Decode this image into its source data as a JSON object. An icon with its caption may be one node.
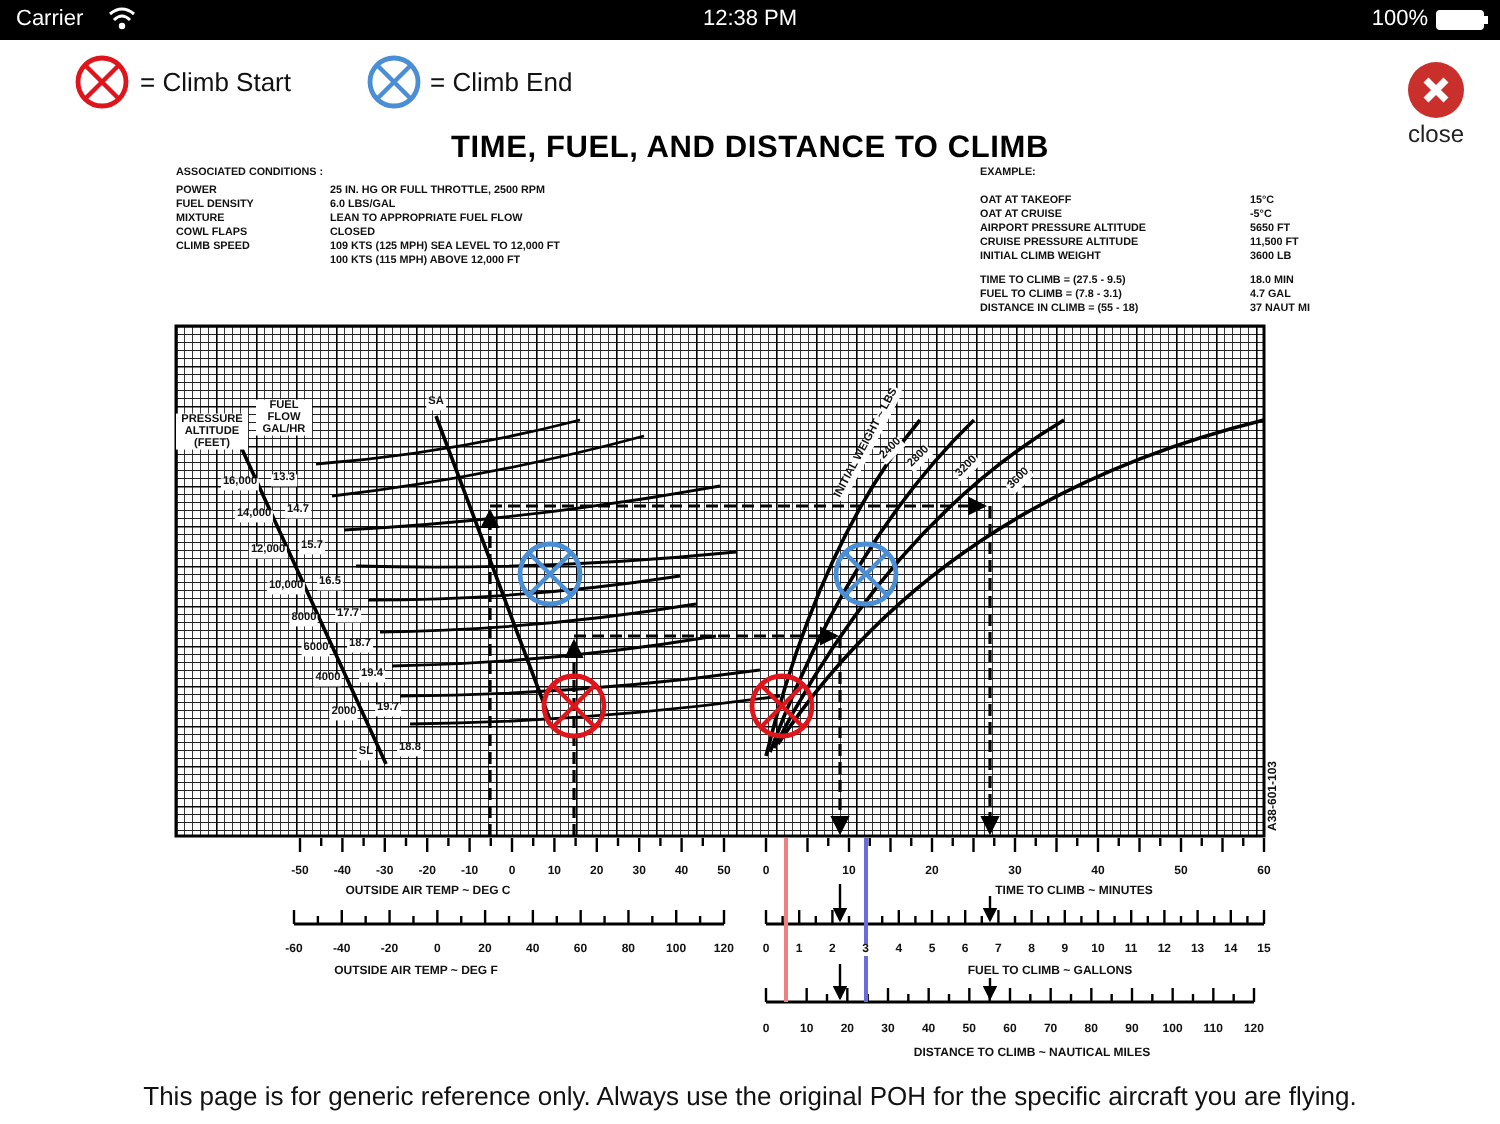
{
  "diagram": {
    "title": "TIME, FUEL, AND DISTANCE TO CLIMB",
    "labels": [
      "Carrier",
      "12:38 PM",
      "100%",
      "close",
      "ASSOCIATED CONDITIONS :",
      "POWER",
      "25 IN. HG OR FULL THROTTLE, 2500 RPM",
      "FUEL DENSITY",
      "6.0 LBS/GAL",
      "MIXTURE",
      "LEAN TO APPROPRIATE FUEL FLOW",
      "COWL FLAPS",
      "CLOSED",
      "CLIMB SPEED",
      "109 KTS (125 MPH) SEA LEVEL TO 12,000 FT",
      "100 KTS (115 MPH) ABOVE 12,000 FT",
      "EXAMPLE:",
      "OAT AT TAKEOFF",
      "15°C",
      "OAT AT CRUISE",
      "-5°C",
      "AIRPORT PRESSURE ALTITUDE",
      "5650 FT",
      "CRUISE PRESSURE ALTITUDE",
      "11,500 FT",
      "INITIAL CLIMB WEIGHT",
      "3600 LB",
      "TIME TO CLIMB = (27.5 - 9.5)",
      "18.0 MIN",
      "FUEL TO CLIMB = (7.8 - 3.1)",
      "4.7 GAL",
      "DISTANCE IN CLIMB = (55 - 18)",
      "37 NAUT MI",
      "PRESSURE ALTITUDE (FEET)",
      "FUEL FLOW GAL/HR",
      "16,000",
      "13.3",
      "14,000",
      "14.7",
      "12,000",
      "15.7",
      "10,000",
      "16.5",
      "8000",
      "17.7",
      "6000",
      "18.7",
      "4000",
      "19.4",
      "2000",
      "19.7",
      "SL",
      "18.8",
      "SA",
      "INITIAL WEIGHT ~ LBS",
      "2400",
      "2800",
      "3200",
      "3600",
      "A38-601-103",
      "-50",
      "-40",
      "-30",
      "-20",
      "-10",
      "0",
      "10",
      "20",
      "30",
      "40",
      "50",
      "0",
      "10",
      "20",
      "30",
      "40",
      "50",
      "60",
      "OUTSIDE AIR TEMP ~ DEG C",
      "TIME TO CLIMB ~ MINUTES",
      "-60",
      "-40",
      "-20",
      "0",
      "20",
      "40",
      "60",
      "80",
      "100",
      "120",
      "0",
      "1",
      "2",
      "3",
      "4",
      "5",
      "6",
      "7",
      "8",
      "9",
      "10",
      "11",
      "12",
      "13",
      "14",
      "15",
      "OUTSIDE AIR TEMP ~ DEG F",
      "FUEL TO CLIMB ~ GALLONS",
      "0",
      "10",
      "20",
      "30",
      "40",
      "50",
      "60",
      "70",
      "80",
      "90",
      "100",
      "110",
      "120",
      "DISTANCE TO CLIMB ~ NAUTICAL MILES",
      "This page is for generic reference only. Always use the original POH for the specific aircraft you are flying."
    ],
    "legend": [
      {
        "text": "= Climb Start"
      },
      {
        "text": "= Climb End"
      }
    ]
  }
}
